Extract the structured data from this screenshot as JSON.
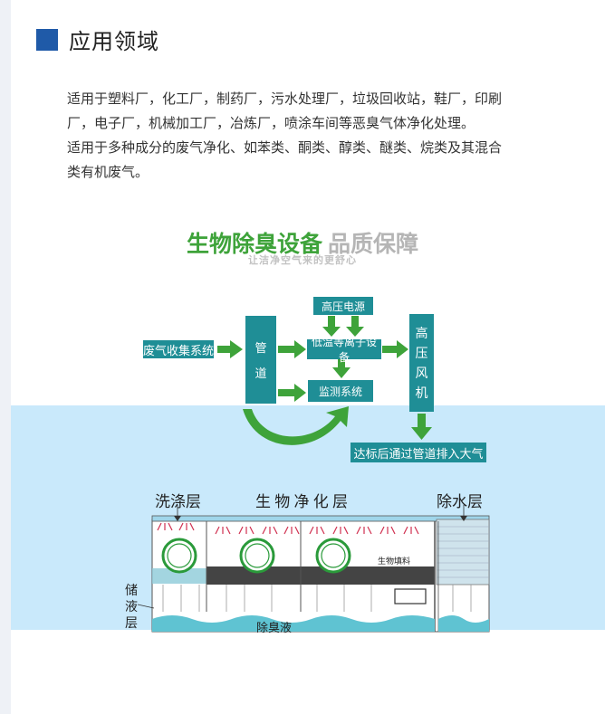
{
  "section": {
    "title": "应用领域"
  },
  "description": {
    "line1": "适用于塑料厂，化工厂，制药厂，污水处理厂，垃圾回收站，鞋厂，印刷",
    "line2": "厂，电子厂，机械加工厂，冶炼厂，喷涂车间等恶臭气体净化处理。",
    "line3": "适用于多种成分的废气净化、如苯类、酮类、醇类、醚类、烷类及其混合",
    "line4": "类有机废气。"
  },
  "diagram": {
    "title_main": "生物除臭设备",
    "title_secondary": "品质保障",
    "subtitle": "让洁净空气来的更舒心",
    "boxes": {
      "collection": "废气收集系统",
      "pipe_1": "管",
      "pipe_2": "道",
      "power": "高压电源",
      "ion": "低温等离子设备",
      "monitor": "监测系统",
      "fan_1": "高",
      "fan_2": "压",
      "fan_3": "风",
      "fan_4": "机",
      "discharge": "达标后通过管道排入大气"
    }
  },
  "tank": {
    "wash_layer": "洗涤层",
    "bio_layer": "生 物 净 化 层",
    "dewater_layer": "除水层",
    "filler": "生物填料",
    "storage_1": "储",
    "storage_2": "液",
    "storage_3": "层",
    "liquid": "除臭液"
  },
  "colors": {
    "accent": "#1f5aa8",
    "box_teal": "#1f8e96",
    "arrow_green": "#3ea33a",
    "panel_blue": "#c9e9fb",
    "liquid_teal": "#5fc3d2"
  }
}
